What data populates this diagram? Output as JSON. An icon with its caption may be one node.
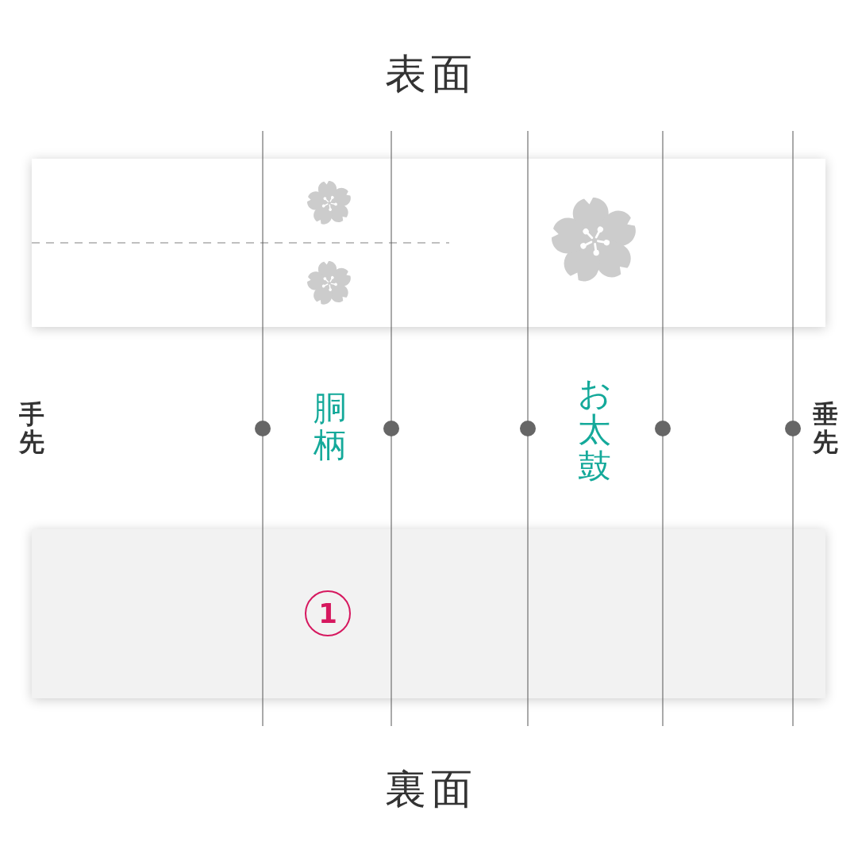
{
  "diagram": {
    "nodes": [
      {
        "text": [
          "表面"
        ]
      },
      {
        "text": [
          "裏面",
          "1"
        ]
      }
    ],
    "labels": [
      "手先",
      "胴柄",
      "お太鼓",
      "垂先"
    ]
  }
}
